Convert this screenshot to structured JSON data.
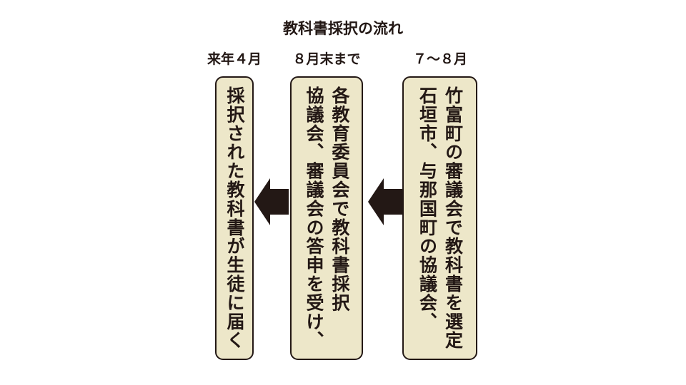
{
  "title": "教科書採択の流れ",
  "steps": [
    {
      "period": "来年４月",
      "lines": [
        "採択された教科書が生徒に届く"
      ]
    },
    {
      "period": "８月末まで",
      "lines": [
        "協議会、審議会の答申を受け、",
        "各教育委員会で教科書採択"
      ]
    },
    {
      "period": "７～８月",
      "lines": [
        "石垣市、与那国町の協議会、",
        "竹富町の審議会で教科書を選定"
      ]
    }
  ],
  "colors": {
    "box_fill": "#ede7c9",
    "ink": "#231815"
  }
}
